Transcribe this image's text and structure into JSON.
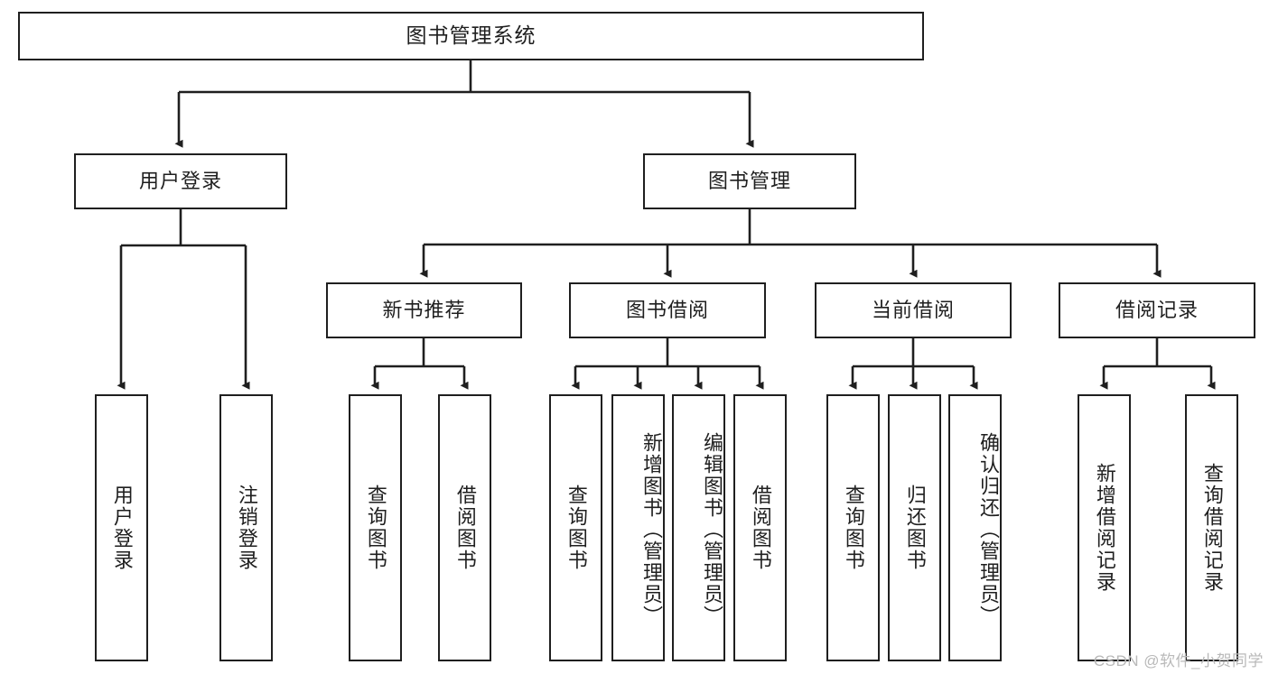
{
  "diagram": {
    "title": "图书管理系统",
    "type": "hierarchy-tree",
    "watermark": "CSDN @软件_小贺同学",
    "line_color": "#1f1f1f",
    "box_fill": "#ffffff",
    "text_color": "#1f1f1f",
    "watermark_color": "#b9b9b9"
  },
  "nodes": {
    "root": {
      "label": "图书管理系统"
    },
    "level2": [
      {
        "id": "user-login",
        "label": "用户登录"
      },
      {
        "id": "book-management",
        "label": "图书管理"
      }
    ],
    "level3": [
      {
        "id": "new-book-recommend",
        "label": "新书推荐"
      },
      {
        "id": "book-borrow",
        "label": "图书借阅"
      },
      {
        "id": "current-borrow",
        "label": "当前借阅"
      },
      {
        "id": "borrow-record",
        "label": "借阅记录"
      }
    ],
    "leaves": {
      "user_login": [
        {
          "id": "leaf-user-login",
          "label": "用户登录"
        },
        {
          "id": "leaf-logout-login",
          "label": "注销登录"
        }
      ],
      "new_book_recommend": [
        {
          "id": "leaf-query-book-1",
          "label": "查询图书"
        },
        {
          "id": "leaf-borrow-book-1",
          "label": "借阅图书"
        }
      ],
      "book_borrow": [
        {
          "id": "leaf-query-book-2",
          "label": "查询图书"
        },
        {
          "id": "leaf-add-book",
          "label": "新增图书（管理员）"
        },
        {
          "id": "leaf-edit-book",
          "label": "编辑图书（管理员）"
        },
        {
          "id": "leaf-borrow-book-2",
          "label": "借阅图书"
        }
      ],
      "current_borrow": [
        {
          "id": "leaf-query-book-3",
          "label": "查询图书"
        },
        {
          "id": "leaf-return-book",
          "label": "归还图书"
        },
        {
          "id": "leaf-confirm-return",
          "label": "确认归还（管理员）"
        }
      ],
      "borrow_record": [
        {
          "id": "leaf-add-borrow-record",
          "label": "新增借阅记录"
        },
        {
          "id": "leaf-query-borrow-record",
          "label": "查询借阅记录"
        }
      ]
    }
  }
}
